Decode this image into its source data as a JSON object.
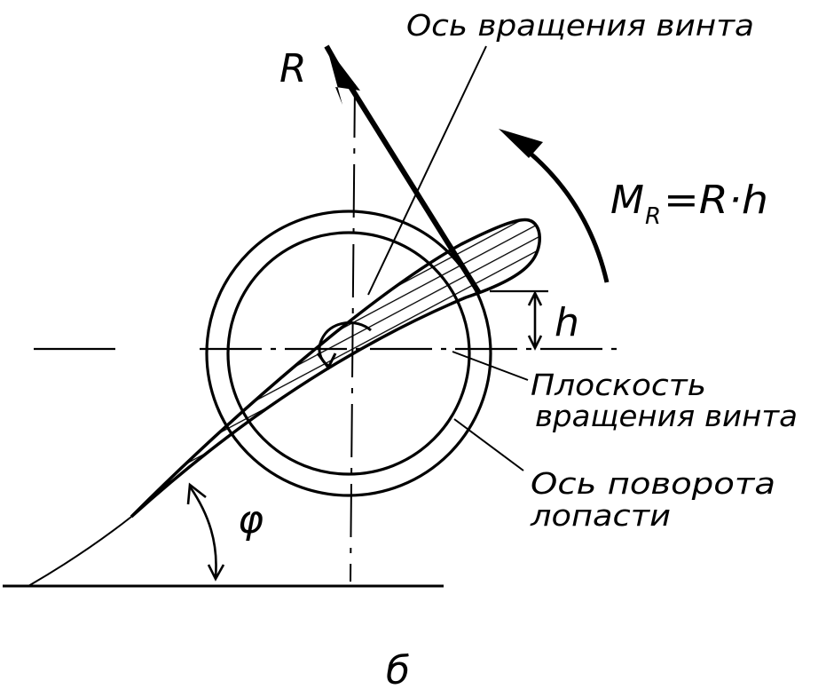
{
  "figure": {
    "force_label": "R",
    "moment_label_main": "M",
    "moment_label_sub": "R",
    "moment_label_rest": "=R·h",
    "arm_label": "h",
    "angle_label": "φ",
    "axis_of_rotation_label": "Ось вращения винта",
    "plane_of_rotation_line1": "Плоскость",
    "plane_of_rotation_line2": "вращения винта",
    "blade_pivot_line1": "Ось поворота",
    "blade_pivot_line2": "лопасти",
    "subfigure_letter": "б",
    "ink_color": "#000000",
    "paper_color": "#ffffff"
  }
}
